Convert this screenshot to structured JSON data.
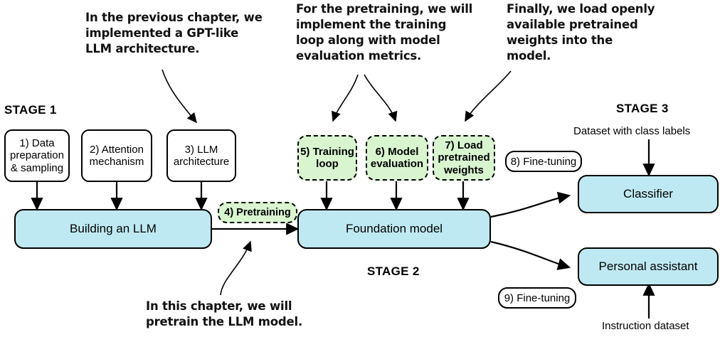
{
  "figure": {
    "title": "Three-stage LLM building pipeline",
    "colors": {
      "blue_fill": "#bfe9f2",
      "green_fill": "#d8f5d0",
      "white_fill": "#ffffff",
      "stroke": "#000000"
    }
  },
  "annotations": [
    {
      "id": "prev-chapter",
      "text": "In the previous chapter, we\nimplemented a GPT-like\nLLM architecture."
    },
    {
      "id": "pretraining-note",
      "text": "For the pretraining, we will\nimplement the training\nloop along with model\nevaluation metrics."
    },
    {
      "id": "load-weights-note",
      "text": "Finally, we load openly\navailable pretrained\nweights into the\nmodel."
    },
    {
      "id": "this-chapter",
      "text": "In this chapter, we will\npretrain the LLM model."
    }
  ],
  "stages": [
    {
      "id": "stage1",
      "label": "STAGE 1"
    },
    {
      "id": "stage2",
      "label": "STAGE 2"
    },
    {
      "id": "stage3",
      "label": "STAGE 3"
    }
  ],
  "nodes": {
    "data_preparation": "1) Data\npreparation\n& sampling",
    "attention_mechanism": "2) Attention\nmechanism",
    "llm_architecture": "3) LLM\narchitecture",
    "building_an_llm": "Building an LLM",
    "pretraining": "4) Pretraining",
    "training_loop": "5) Training\nloop",
    "model_evaluation": "6) Model\nevaluation",
    "load_pretrained_weights": "7) Load\npretrained\nweights",
    "foundation_model": "Foundation model",
    "fine_tuning_8": "8) Fine-tuning",
    "fine_tuning_9": "9) Fine-tuning",
    "classifier": "Classifier",
    "personal_assistant": "Personal assistant"
  },
  "captions": {
    "dataset_class_labels": "Dataset with class labels",
    "instruction_dataset": "Instruction dataset"
  }
}
